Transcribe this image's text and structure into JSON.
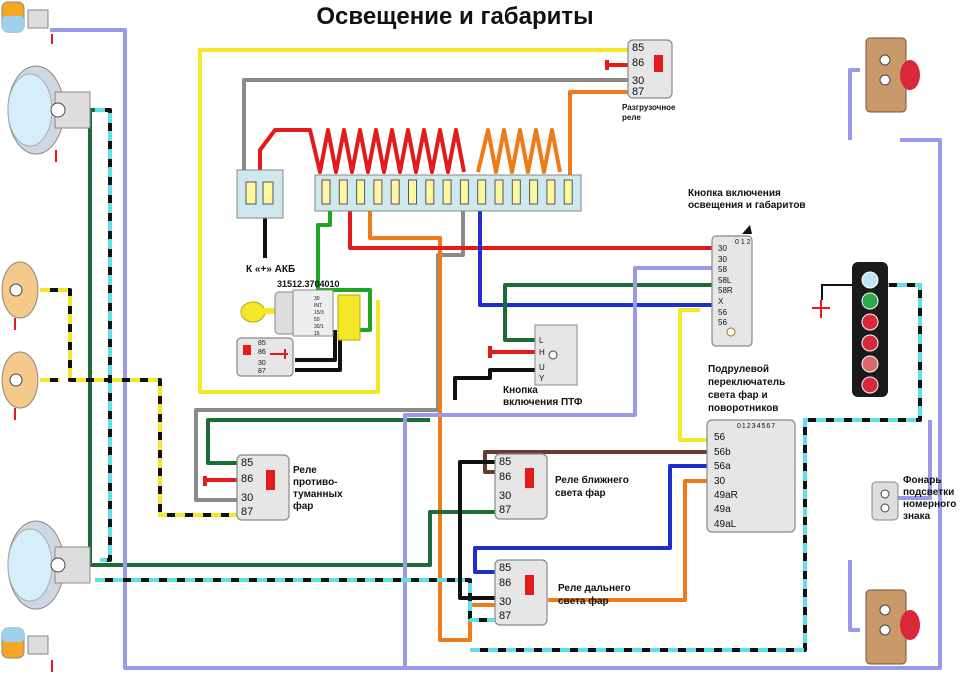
{
  "title": "Освещение и габариты",
  "colors": {
    "red": "#e31b1b",
    "orange": "#f07a18",
    "yellow": "#f5e62a",
    "green": "#1fa51f",
    "darkgreen": "#1e6b3a",
    "blue": "#1e2fd0",
    "grey": "#8a8a8a",
    "lilac": "#9a9ae8",
    "cyan": "#5fe0e8",
    "brown": "#6b3a2a",
    "black": "#111111"
  },
  "unload_relay": {
    "pins": [
      "85",
      "86",
      "30",
      "87"
    ],
    "label_line1": "Разгрузочное",
    "label_line2": "реле"
  },
  "battery": {
    "label": "К «+» АКБ"
  },
  "ignition": {
    "part_no": "31512.3704010",
    "contacts": [
      "30",
      "INT",
      "15/3",
      "50",
      "30/1",
      "15"
    ]
  },
  "small_relay": {
    "pins": [
      "85",
      "86",
      "30",
      "87"
    ]
  },
  "light_switch": {
    "title_line1": "Кнопка включения",
    "title_line2": "освещения и габаритов",
    "positions": "0 1 2",
    "pins": [
      "30",
      "30",
      "58",
      "58L",
      "58R",
      "X",
      "56",
      "56"
    ]
  },
  "ptf_button": {
    "pins": [
      "L",
      "H",
      "U",
      "Y"
    ],
    "label_line1": "Кнопка",
    "label_line2": "включения ПТФ"
  },
  "steering_switch": {
    "title_lines": [
      "Подрулевой",
      "переключатель",
      "света фар и",
      "поворотников"
    ],
    "positions": "01234567",
    "pins": [
      "56",
      "56b",
      "56a",
      "30",
      "49aR",
      "49a",
      "49aL"
    ]
  },
  "fog_relay": {
    "pins": [
      "85",
      "86",
      "30",
      "87"
    ],
    "label_lines": [
      "Реле",
      "противо-",
      "туманных",
      "фар"
    ]
  },
  "low_relay": {
    "pins": [
      "85",
      "86",
      "30",
      "87"
    ],
    "label_lines": [
      "Реле ближнего",
      "света фар"
    ]
  },
  "high_relay": {
    "pins": [
      "85",
      "86",
      "30",
      "87"
    ],
    "label_lines": [
      "Реле дальнего",
      "света фар"
    ]
  },
  "plate_light": {
    "label_lines": [
      "Фонарь",
      "подсветки",
      "номерного",
      "знака"
    ]
  },
  "cluster": {
    "lamp_colors": [
      "#bfe6f5",
      "#2aa84a",
      "#d8283a",
      "#d8283a",
      "#d86a6a",
      "#d8283a"
    ]
  }
}
